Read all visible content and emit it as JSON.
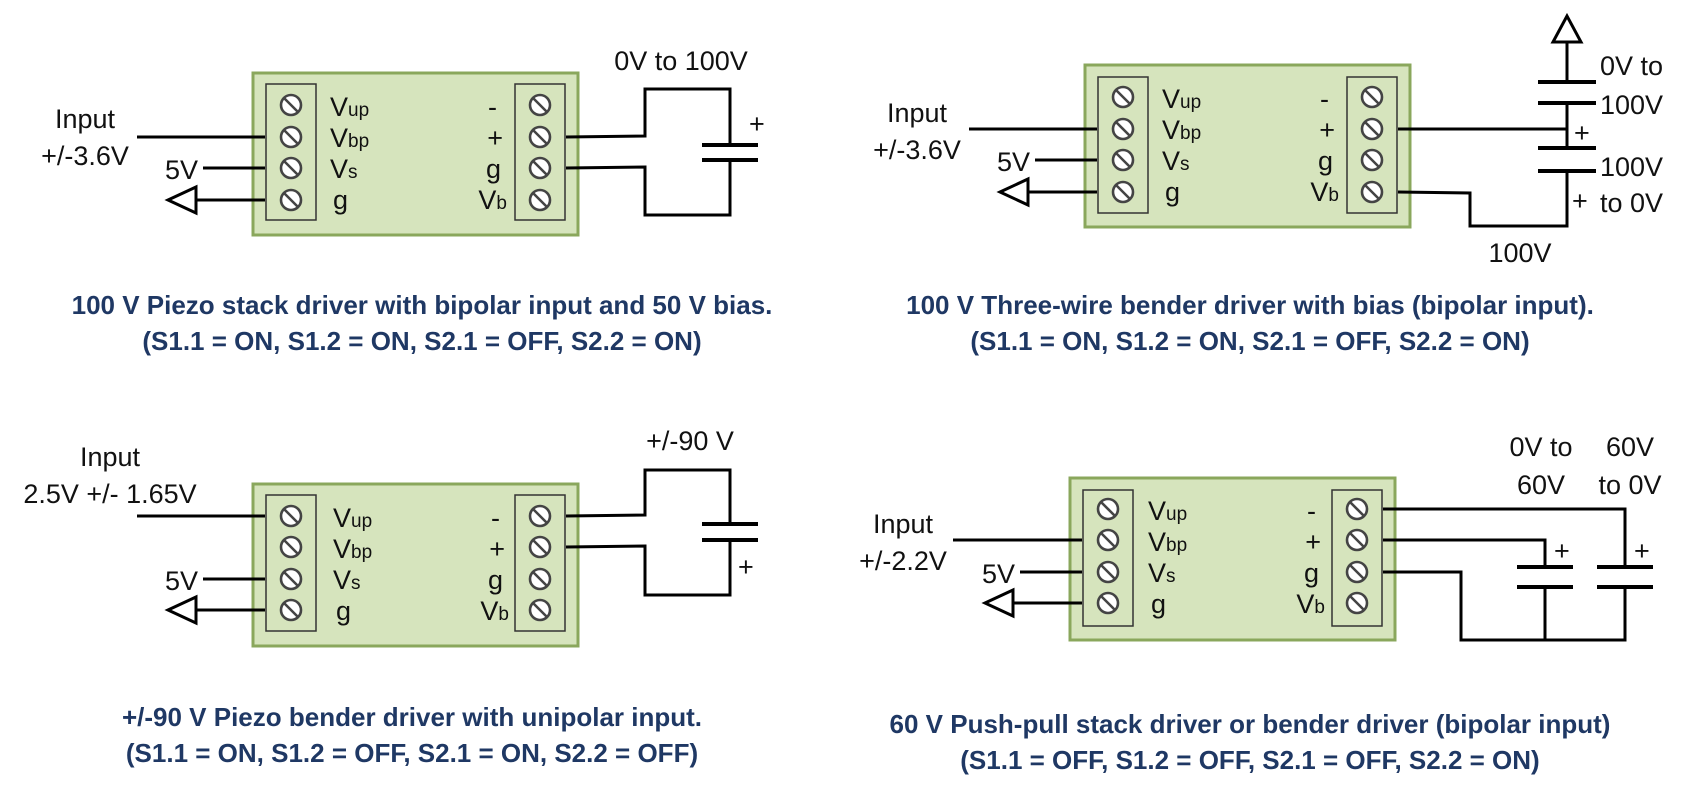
{
  "panels": [
    {
      "input_label": [
        "Input",
        "+/-3.6V"
      ],
      "supply": "5V",
      "left_pins": [
        {
          "main": "V",
          "sub": "up"
        },
        {
          "main": "V",
          "sub": "bp"
        },
        {
          "main": "V",
          "sub": "s"
        },
        {
          "main": "g",
          "sub": ""
        }
      ],
      "right_pins": [
        {
          "main": "-",
          "sub": ""
        },
        {
          "main": "+",
          "sub": ""
        },
        {
          "main": "g",
          "sub": ""
        },
        {
          "main": "V",
          "sub": "b"
        }
      ],
      "output_labels": [
        "0V to 100V"
      ],
      "cap_polarity": [
        "+"
      ],
      "caption": [
        "100 V Piezo stack driver with bipolar input and 50 V bias.",
        "(S1.1 = ON, S1.2 = ON, S2.1 = OFF, S2.2 = ON)"
      ]
    },
    {
      "input_label": [
        "Input",
        "+/-3.6V"
      ],
      "supply": "5V",
      "left_pins": [
        {
          "main": "V",
          "sub": "up"
        },
        {
          "main": "V",
          "sub": "bp"
        },
        {
          "main": "V",
          "sub": "s"
        },
        {
          "main": "g",
          "sub": ""
        }
      ],
      "right_pins": [
        {
          "main": "-",
          "sub": ""
        },
        {
          "main": "+",
          "sub": ""
        },
        {
          "main": "g",
          "sub": ""
        },
        {
          "main": "V",
          "sub": "b"
        }
      ],
      "output_labels": [
        "0V to",
        "100V",
        "100V",
        "to 0V",
        "100V"
      ],
      "cap_polarity": [
        "+",
        "+"
      ],
      "caption": [
        "100 V Three-wire bender driver with bias (bipolar input).",
        "(S1.1 = ON, S1.2 = ON, S2.1 = OFF, S2.2 = ON)"
      ]
    },
    {
      "input_label": [
        "Input",
        "2.5V +/- 1.65V"
      ],
      "supply": "5V",
      "left_pins": [
        {
          "main": "V",
          "sub": "up"
        },
        {
          "main": "V",
          "sub": "bp"
        },
        {
          "main": "V",
          "sub": "s"
        },
        {
          "main": "g",
          "sub": ""
        }
      ],
      "right_pins": [
        {
          "main": "-",
          "sub": ""
        },
        {
          "main": "+",
          "sub": ""
        },
        {
          "main": "g",
          "sub": ""
        },
        {
          "main": "V",
          "sub": "b"
        }
      ],
      "output_labels": [
        "+/-90 V"
      ],
      "cap_polarity": [
        "+"
      ],
      "caption": [
        "+/-90 V Piezo bender driver with unipolar input.",
        "(S1.1 = ON, S1.2 = OFF, S2.1 = ON, S2.2 = OFF)"
      ]
    },
    {
      "input_label": [
        "Input",
        "+/-2.2V"
      ],
      "supply": "5V",
      "left_pins": [
        {
          "main": "V",
          "sub": "up"
        },
        {
          "main": "V",
          "sub": "bp"
        },
        {
          "main": "V",
          "sub": "s"
        },
        {
          "main": "g",
          "sub": ""
        }
      ],
      "right_pins": [
        {
          "main": "-",
          "sub": ""
        },
        {
          "main": "+",
          "sub": ""
        },
        {
          "main": "g",
          "sub": ""
        },
        {
          "main": "V",
          "sub": "b"
        }
      ],
      "output_labels": [
        "0V to",
        "60V",
        "60V",
        "to 0V"
      ],
      "cap_polarity": [
        "+",
        "+"
      ],
      "caption": [
        "60 V Push-pull stack driver or bender driver (bipolar input)",
        "(S1.1 = OFF, S1.2 = OFF, S2.1 = OFF, S2.2 = ON)"
      ]
    }
  ],
  "colors": {
    "board_fill": "#d6e4bd",
    "board_border": "#8aa75c",
    "caption_text": "#1f3864"
  }
}
